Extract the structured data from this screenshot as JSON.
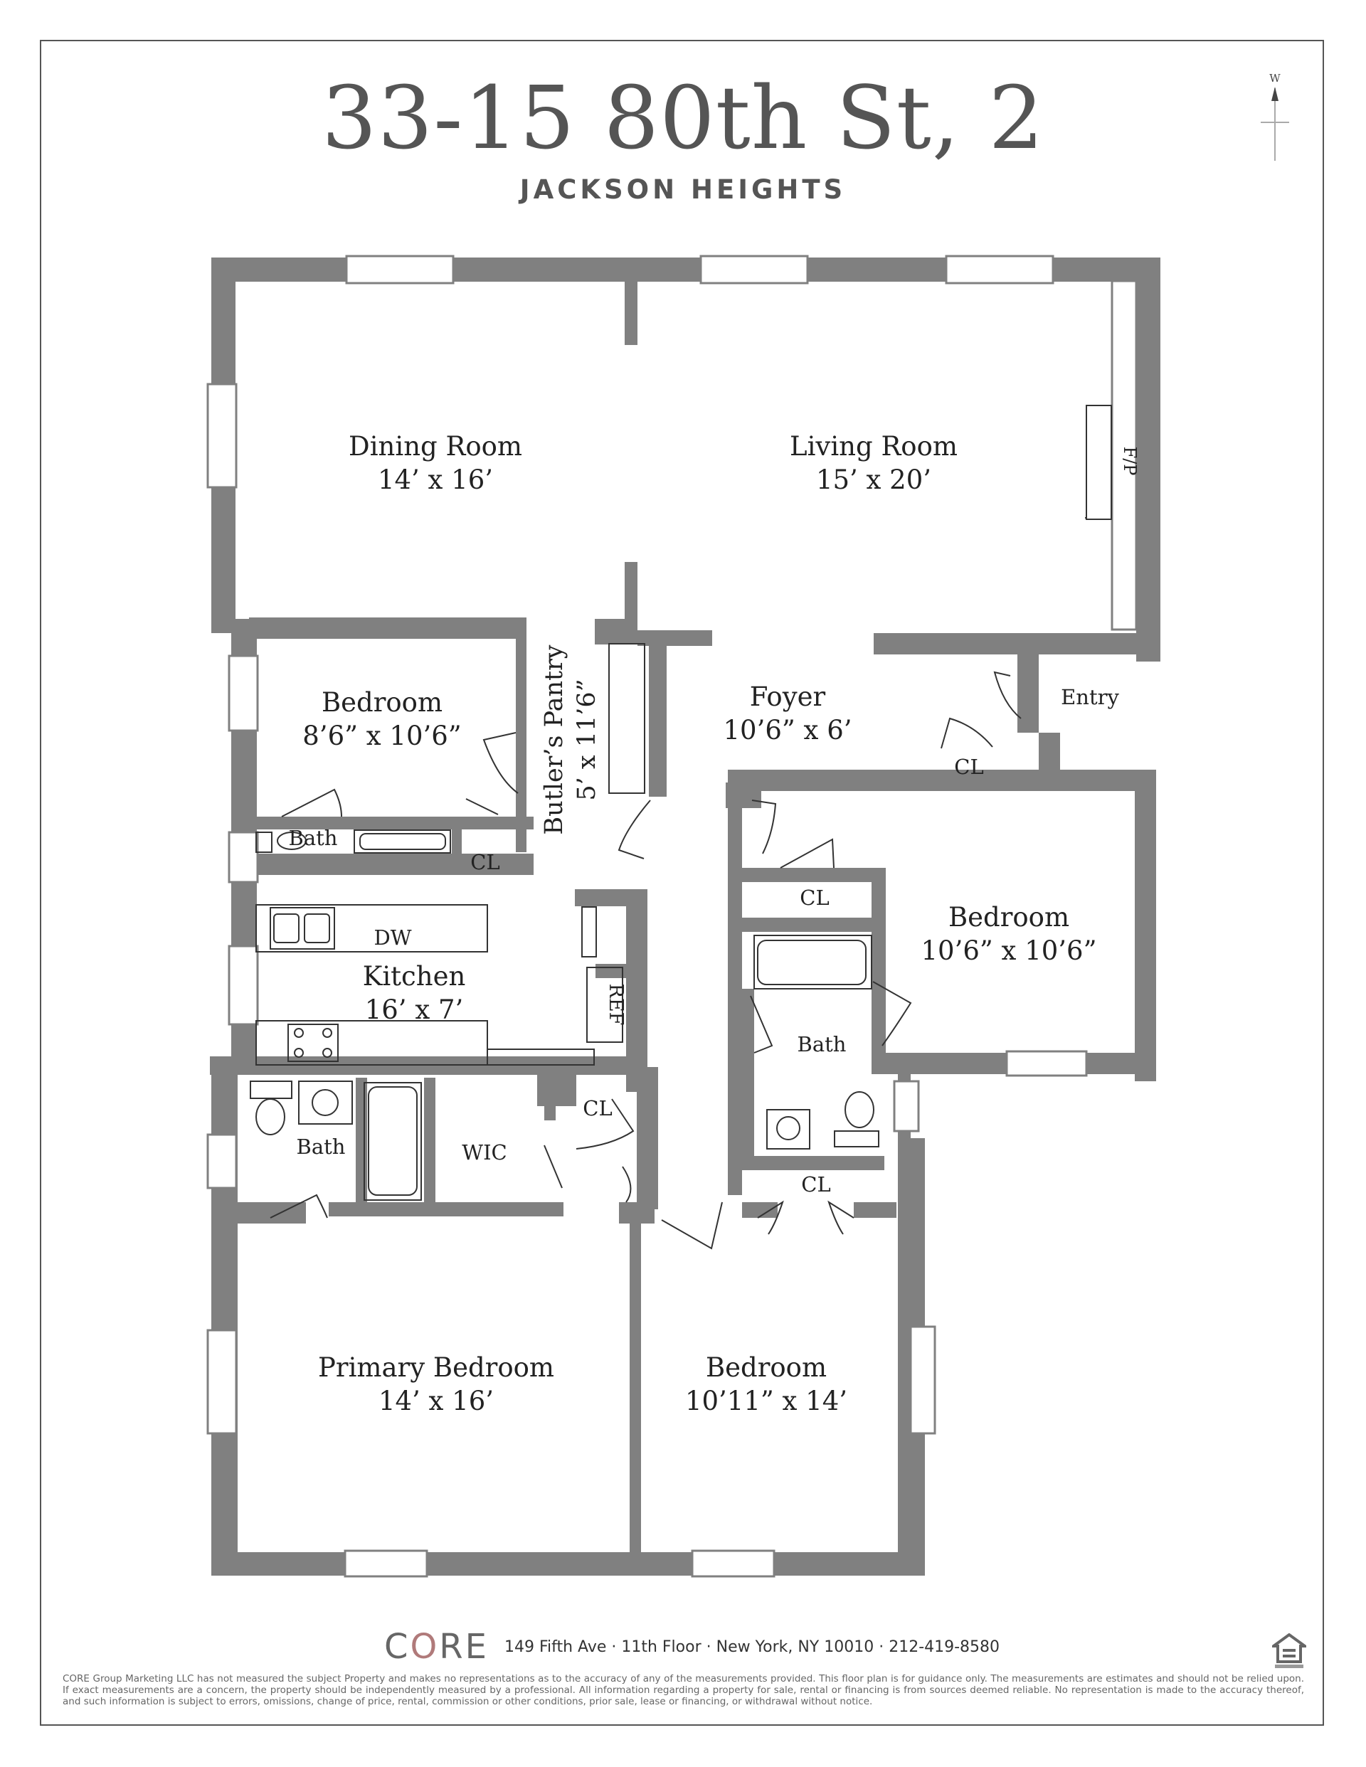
{
  "header": {
    "title": "33-15 80th St, 2",
    "subtitle": "JACKSON HEIGHTS",
    "compass_letter": "W"
  },
  "rooms": {
    "dining": {
      "name": "Dining Room",
      "size": "14’ x 16’"
    },
    "living": {
      "name": "Living Room",
      "size": "15’ x 20’"
    },
    "fireplace": "F/P",
    "bedroom_nw": {
      "name": "Bedroom",
      "size": "8’6” x 10’6”"
    },
    "butlers_pantry": {
      "name": "Butler’s Pantry",
      "size": "5’ x 11’6”"
    },
    "foyer": {
      "name": "Foyer",
      "size": "10’6” x 6’"
    },
    "entry": "Entry",
    "cl_foyer": "CL",
    "bath_nw": "Bath",
    "cl_nw": "CL",
    "kitchen": {
      "name": "Kitchen",
      "size": "16’ x 7’"
    },
    "dw": "DW",
    "ref": "REF",
    "cl_ne": "CL",
    "bedroom_ne": {
      "name": "Bedroom",
      "size": "10’6” x 10’6”"
    },
    "bath_east": "Bath",
    "bath_primary": "Bath",
    "wic": "WIC",
    "cl_hall": "CL",
    "cl_se": "CL",
    "primary_bedroom": {
      "name": "Primary Bedroom",
      "size": "14’ x 16’"
    },
    "bedroom_se": {
      "name": "Bedroom",
      "size": "10’11” x 14’"
    }
  },
  "colors": {
    "wall": "#808080",
    "text": "#222222",
    "heading": "#555555",
    "logo_accent": "#b07a7a"
  },
  "footer": {
    "logo_c": "C",
    "logo_o": "O",
    "logo_re": "RE",
    "address": "149 Fifth Ave · 11th Floor · New York, NY 10010 · 212-419-8580",
    "disclaimer": "CORE Group Marketing LLC has not measured the subject Property and makes no representations as to the accuracy of any of the measurements provided. This floor plan is for guidance only. The measurements are estimates and should not be relied upon. If exact measurements are a concern, the property should be independently measured by a professional. All information regarding a property for sale, rental or financing is from sources deemed reliable. No representation is made to the accuracy thereof, and such information is subject to errors, omissions, change of price, rental, commission or other conditions, prior sale, lease or financing, or withdrawal without notice.",
    "eho_icon": "equal-housing-icon"
  }
}
